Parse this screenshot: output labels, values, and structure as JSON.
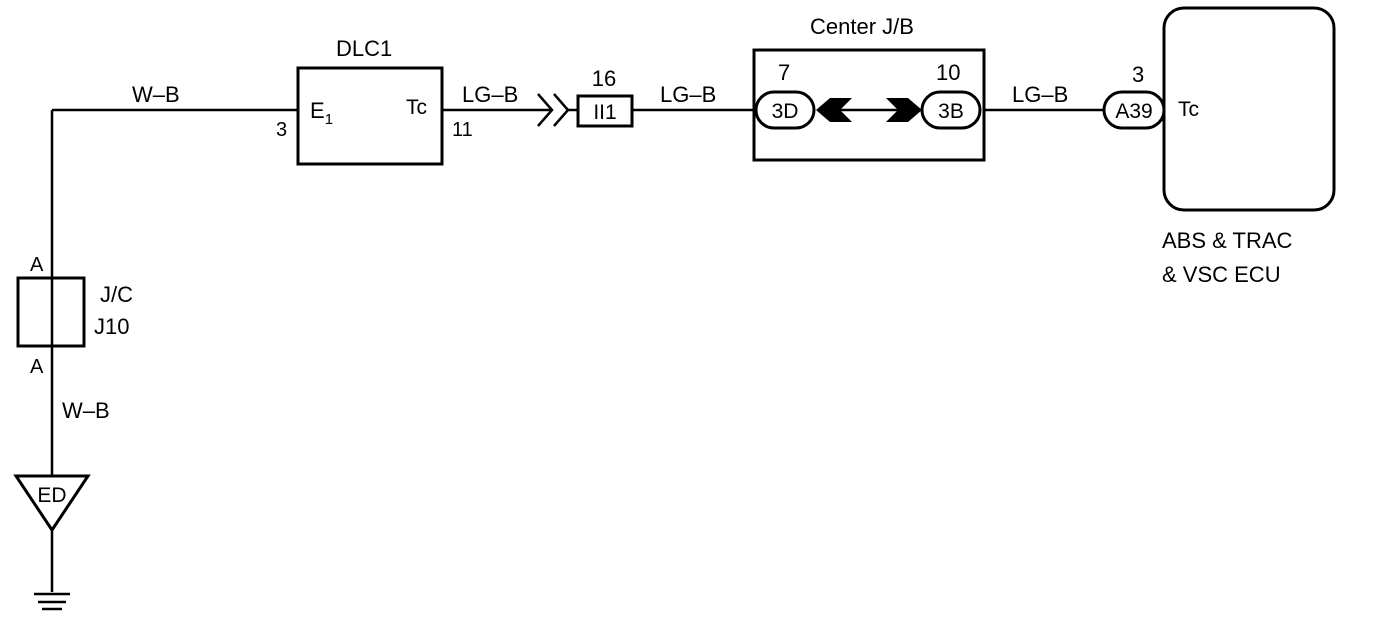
{
  "ground": {
    "wire_top": "W–B",
    "wire_bottom": "W–B",
    "ground_point": "ED"
  },
  "junction": {
    "pin_top": "A",
    "pin_bottom": "A",
    "type": "J/C",
    "code": "J10"
  },
  "dlc1": {
    "title": "DLC1",
    "pin_e1_label": "E",
    "pin_e1_sub": "1",
    "pin_e1_num": "3",
    "pin_tc_label": "Tc",
    "pin_tc_num": "11"
  },
  "wire1": {
    "color": "LG–B"
  },
  "connector_ii1": {
    "code": "II1",
    "pin": "16"
  },
  "wire2": {
    "color": "LG–B"
  },
  "center_jb": {
    "title": "Center J/B",
    "left_pin": "7",
    "left_connector": "3D",
    "right_pin": "10",
    "right_connector": "3B"
  },
  "wire3": {
    "color": "LG–B"
  },
  "ecu": {
    "connector": "A39",
    "pin": "3",
    "terminal": "Tc",
    "name_line1": "ABS & TRAC",
    "name_line2": "& VSC ECU"
  }
}
